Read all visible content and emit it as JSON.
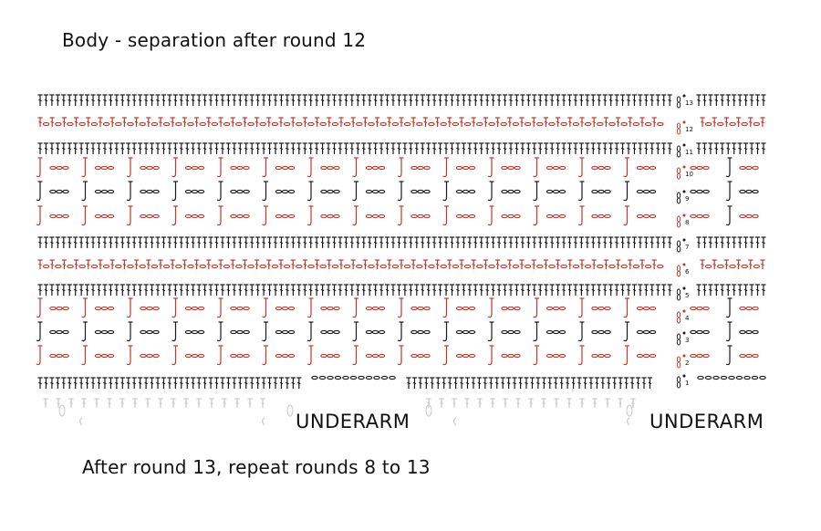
{
  "title": "Body - separation after round 12",
  "footer_note": "After round 13, repeat rounds 8 to 13",
  "underarm_labels": [
    "UNDERARM",
    "UNDERARM"
  ],
  "round_numbers": [
    "1",
    "2",
    "3",
    "4",
    "5",
    "6",
    "7",
    "8",
    "9",
    "10",
    "11",
    "12",
    "13"
  ],
  "colors": {
    "text": "#111111",
    "black_stitch": "#1a1a1a",
    "red_stitch": "#c0392b",
    "faded_stitch": "#c8c8c8"
  },
  "symbols": [
    "double crochet",
    "chain",
    "front post stitch",
    "slip stitch marker"
  ]
}
